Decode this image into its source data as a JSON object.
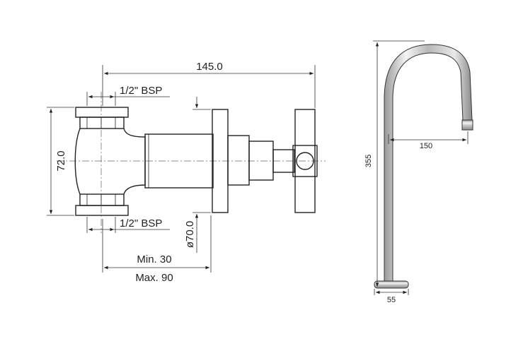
{
  "valve_drawing": {
    "overall_length": "145.0",
    "top_thread": "1/2\" BSP",
    "bottom_thread": "1/2\" BSP",
    "height": "72.0",
    "flange_diameter": "ø70.0",
    "min_depth": "Min. 30",
    "max_depth": "Max. 90"
  },
  "spout_drawing": {
    "height": "355",
    "reach": "150",
    "base_diameter": "55"
  }
}
